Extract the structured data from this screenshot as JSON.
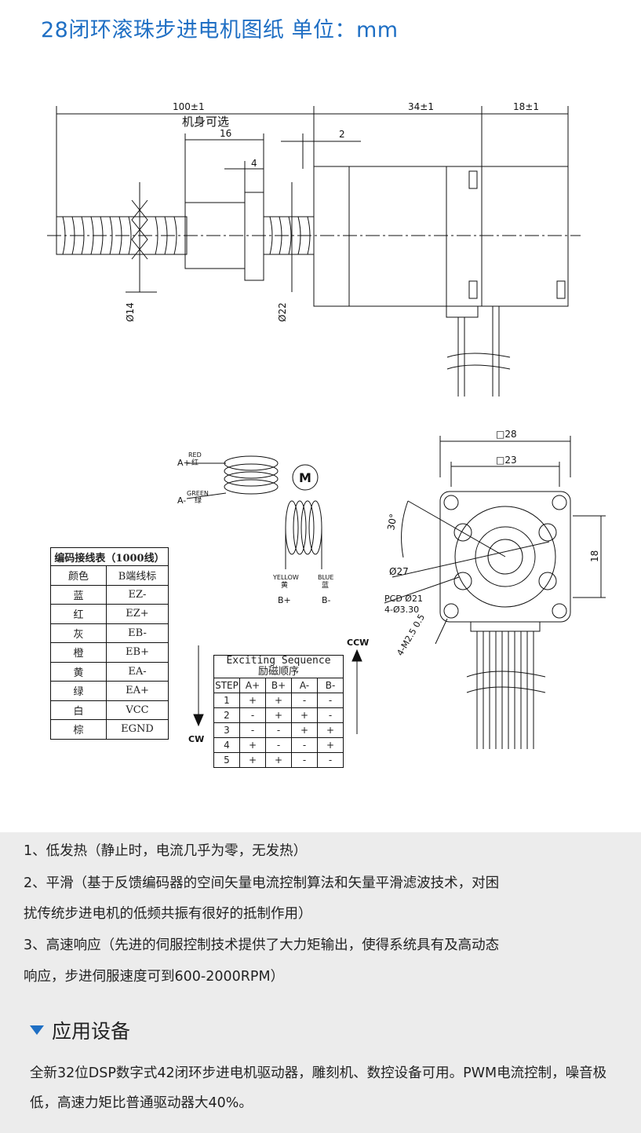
{
  "title": "28闭环滚珠步进电机图纸  单位：mm",
  "drawing": {
    "dims": {
      "total_length": "100±1",
      "optional_body": "机身可选",
      "nut_length": "16",
      "flange": "4",
      "gap": "2",
      "body_length": "34±1",
      "encoder_length": "18±1",
      "screw_dia": "Ø14",
      "nut_dia": "Ø22"
    },
    "coils": {
      "a_plus": "A+",
      "a_plus_color": "RED",
      "a_plus_cn": "红",
      "a_minus": "A-",
      "a_minus_color": "GREEN",
      "a_minus_cn": "绿",
      "motor": "M",
      "yellow": "YELLOW",
      "yellow_cn": "黄",
      "b_plus": "B+",
      "blue": "BLUE",
      "blue_cn": "蓝",
      "b_minus": "B-"
    },
    "front": {
      "outer": "□28",
      "inner": "□23",
      "angle": "30°",
      "boss": "Ø27",
      "height": "18",
      "pcd": "PCD Ø21",
      "holes": "4-Ø3.30",
      "thread": "4-M2.5 0.5"
    },
    "rotation": {
      "ccw": "CCW",
      "cw": "CW"
    }
  },
  "encoder_table": {
    "caption": "编码接线表（1000线）",
    "headers": [
      "颜色",
      "B端线标"
    ],
    "rows": [
      [
        "蓝",
        "EZ-"
      ],
      [
        "红",
        "EZ+"
      ],
      [
        "灰",
        "EB-"
      ],
      [
        "橙",
        "EB+"
      ],
      [
        "黄",
        "EA-"
      ],
      [
        "绿",
        "EA+"
      ],
      [
        "白",
        "VCC"
      ],
      [
        "棕",
        "EGND"
      ]
    ]
  },
  "sequence_table": {
    "caption_en": "Exciting Sequence",
    "caption_cn": "励磁顺序",
    "headers": [
      "STEP",
      "A+",
      "B+",
      "A-",
      "B-"
    ],
    "rows": [
      [
        "1",
        "+",
        "+",
        "-",
        "-"
      ],
      [
        "2",
        "-",
        "+",
        "+",
        "-"
      ],
      [
        "3",
        "-",
        "-",
        "+",
        "+"
      ],
      [
        "4",
        "+",
        "-",
        "-",
        "+"
      ],
      [
        "5",
        "+",
        "+",
        "-",
        "-"
      ]
    ]
  },
  "features": [
    "1、低发热（静止时，电流几乎为零，无发热）",
    "2、平滑（基于反馈编码器的空间矢量电流控制算法和矢量平滑滤波技术，对困",
    "扰传统步进电机的低频共振有很好的抵制作用）",
    "3、高速响应（先进的伺服控制技术提供了大力矩输出，使得系统具有及高动态",
    "响应，步进伺服速度可到600-2000RPM）"
  ],
  "section": {
    "heading": "应用设备",
    "icon": "triangle-down-icon",
    "text": "全新32位DSP数字式42闭环步进电机驱动器，雕刻机、数控设备可用。PWM电流控制，噪音极低，高速力矩比普通驱动器大40%。"
  },
  "colors": {
    "accent": "#1f6fc4",
    "band": "#ececec"
  }
}
